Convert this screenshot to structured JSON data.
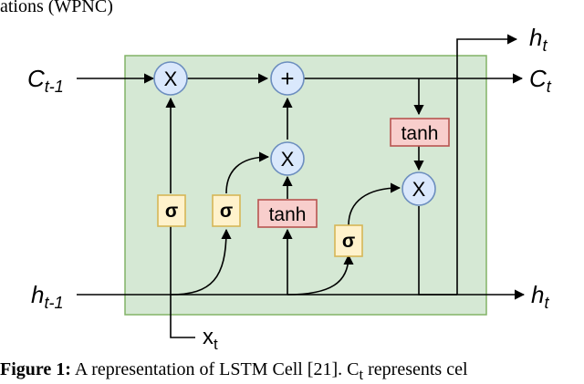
{
  "header_fragment": "ations (WPNC)",
  "caption": {
    "label": "Figure 1:",
    "text": "A representation of LSTM Cell [21]. C",
    "sub": "t",
    "tail": " represents cel"
  },
  "inputs": {
    "c_prev": {
      "main": "C",
      "sub": "t-1"
    },
    "h_prev": {
      "main": "h",
      "sub": "t-1"
    },
    "x_t": {
      "main": "x",
      "sub": "t"
    }
  },
  "outputs": {
    "h_top": {
      "main": "h",
      "sub": "t"
    },
    "c_out": {
      "main": "C",
      "sub": "t"
    },
    "h_bottom": {
      "main": "h",
      "sub": "t"
    }
  },
  "ops": {
    "forget_mult": "X",
    "add": "+",
    "input_mult": "X",
    "output_mult": "X"
  },
  "gates": {
    "forget": "σ",
    "input": "σ",
    "candidate": "tanh",
    "output": "σ",
    "cell_tanh": "tanh"
  },
  "colors": {
    "cell_fill": "#d5e8d4",
    "cell_border": "#82b366",
    "op_fill": "#dae8fc",
    "op_border": "#6c8ebf",
    "sigma_fill": "#fff2cc",
    "sigma_border": "#d6b656",
    "tanh_fill": "#f8cecc",
    "tanh_border": "#b85450"
  }
}
